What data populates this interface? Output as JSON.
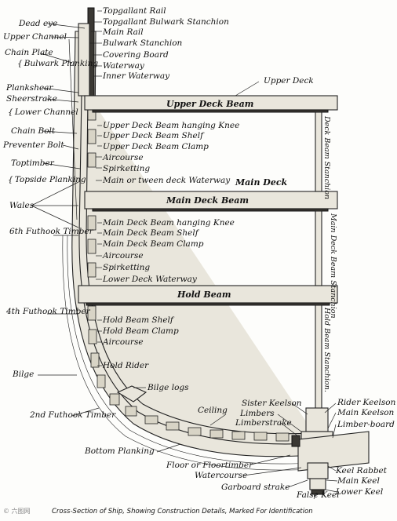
{
  "caption": "Cross-Section of Ship, Showing Construction Details, Marked For Identification",
  "watermark": "© 六图网",
  "beams": {
    "upper_deck_beam": "Upper Deck Beam",
    "main_deck_beam": "Main Deck Beam",
    "hold_beam": "Hold Beam"
  },
  "deck_labels": {
    "upper_deck": "Upper Deck",
    "main_deck": "Main Deck"
  },
  "stanchions": {
    "deck_beam_stanchion": "Deck Beam Stanchion",
    "main_deck_beam_stanchion": "Main Deck Beam Stanchion",
    "hold_beam_stanchion": "Hold Beam Stanchion."
  },
  "right_labels": {
    "topgallant_rail": "Topgallant Rail",
    "topgallant_bulwark_stanchion": "Topgallant Bulwark Stanchion",
    "main_rail": "Main Rail",
    "bulwark_stanchion": "Bulwark Stanchion",
    "covering_board": "Covering Board",
    "waterway": "Waterway",
    "inner_waterway": "Inner Waterway",
    "upper_deck_beam_hanging_knee": "Upper Deck Beam hanging Knee",
    "upper_deck_beam_shelf": "Upper Deck Beam Shelf",
    "upper_deck_beam_clamp": "Upper Deck Beam Clamp",
    "aircourse_1": "Aircourse",
    "spirketting_1": "Spirketting",
    "main_tweendeck_waterway": "Main or tween deck Waterway",
    "main_deck_beam_hanging_knee": "Main Deck Beam hanging Knee",
    "main_deck_beam_shelf": "Main Deck Beam Shelf",
    "main_deck_beam_clamp": "Main Deck Beam Clamp",
    "aircourse_2": "Aircourse",
    "spirketting_2": "Spirketting",
    "lower_deck_waterway": "Lower Deck Waterway",
    "hold_beam_shelf": "Hold Beam Shelf",
    "hold_beam_clamp": "Hold Beam Clamp",
    "aircourse_3": "Aircourse",
    "hold_rider": "Hold Rider",
    "bilge_logs": "Bilge logs"
  },
  "left_labels": {
    "dead_eye": "Dead eye",
    "upper_channel": "Upper Channel",
    "chain_plate": "Chain Plate",
    "bulwark_planking": "Bulwark Planking",
    "plankshear": "Plankshear",
    "sheerstrake": "Sheerstrake",
    "lower_channel": "Lower Channel",
    "chain_bolt": "Chain Bolt",
    "preventer_bolt": "Preventer Bolt",
    "toptimber": "Toptimber",
    "topside_planking": "Topside Planking",
    "wales": "Wales",
    "sixth_futhook_timber": "6th Futhook Timber",
    "fourth_futhook_timber": "4th Futhook Timber",
    "bilge": "Bilge",
    "second_futhook_timber": "2nd Futhook Timber"
  },
  "bottom_labels": {
    "ceiling": "Ceiling",
    "limbers": "Limbers",
    "limberstrake": "Limberstrake",
    "sister_keelson": "Sister Keelson",
    "rider_keelson": "Rider Keelson",
    "main_keelson": "Main Keelson",
    "limber_board": "Limber-board",
    "bottom_planking": "Bottom Planking",
    "floor_or_floortimber": "Floor or Floortimber",
    "watercourse": "Watercourse",
    "garboard_strake": "Garboard strake",
    "keel_rabbet": "Keel Rabbet",
    "main_keel": "Main Keel",
    "lower_keel": "Lower Keel",
    "false_keel": "False Keel"
  }
}
